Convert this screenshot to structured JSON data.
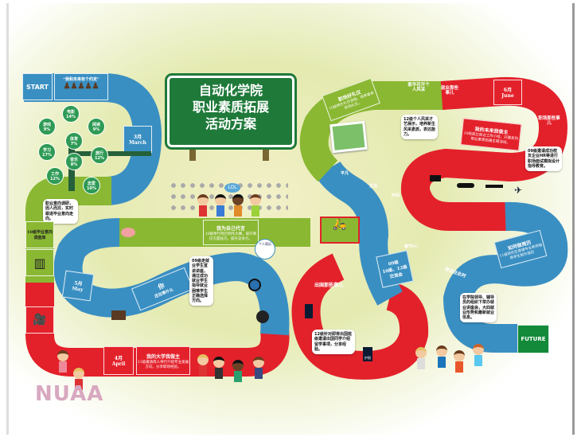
{
  "title": {
    "line1": "自动化学院",
    "line2": "职业素质拓展",
    "line3": "活动方案"
  },
  "start_label": "START",
  "future_label": "FUTURE",
  "colors": {
    "blue": "#3a8fc2",
    "green": "#8ab833",
    "red": "#e3212b",
    "sign_green": "#1f7a3a"
  },
  "tiles": {
    "promise": "“我和未来有个约定”",
    "march": {
      "cn": "3月",
      "en": "March"
    },
    "may": {
      "cn": "5月",
      "en": "May"
    },
    "april": {
      "cn": "4月",
      "en": "April"
    },
    "june": {
      "cn": "6月",
      "en": "June"
    },
    "survey": "10级毕业意向调查库",
    "spokesman": {
      "title": "我为自己代言",
      "desc": "10级举行简历制作大赛，提升简历方面技巧，提升竞争力。"
    },
    "you": {
      "title": "你",
      "desc": "还在等什么"
    },
    "my_univ": {
      "title": "我的大学我做主",
      "desc": "11级邀请周人举行介绍专业发展方向，分享职场经验。"
    },
    "abroad": "出国那些事儿",
    "exchange": {
      "line1": "09级",
      "line2": "10级、12级",
      "line3": "交流会"
    },
    "workplace_etiquette": {
      "title": "职场好礼仪",
      "desc": "10级举办礼仪讲座，培养基本职场礼仪。"
    },
    "charm": "紫华花开个人风采",
    "employment": "就业那些事儿",
    "workplace": "职场那些事儿",
    "my_future": {
      "title": "我的未来我做主",
      "desc": "10级成立就业工作小组，开展系列职业素质拓展主题活动。"
    },
    "resume": {
      "title": "如何做简历",
      "desc": "11级研究生邀请专业老师指导学生制作简历"
    },
    "job_now": "就业在此时",
    "hexes": [
      "平凡",
      "生活",
      "时间",
      "春节FC"
    ]
  },
  "tree": [
    {
      "label": "电影",
      "pct": "14%"
    },
    {
      "label": "游戏",
      "pct": "9%"
    },
    {
      "label": "阅读",
      "pct": "9%"
    },
    {
      "label": "体育",
      "pct": "7%"
    },
    {
      "label": "学习",
      "pct": "17%"
    },
    {
      "label": "旅行",
      "pct": "12%"
    },
    {
      "label": "音乐",
      "pct": "8%"
    },
    {
      "label": "工作",
      "pct": "12%"
    },
    {
      "label": "恋爱",
      "pct": "10%"
    }
  ],
  "bubbles": {
    "career": "职业意向调研，因人而异，实时跟进毕业意向走向。",
    "grade09": "09级走就业学生宣讲讲座，通过成功就业学生指导就业困难学生正确选择方向。",
    "grade12_charm": "12级个人风采才艺展示，培养新生风采素质，表达能力。",
    "grade09_job": "09级邀请成功校友企业HR等进行职场面试模拟设计指导教育。",
    "grade12_abroad": "12级针对即将出国班级邀请出国同学介绍留学事项，分享经验。",
    "job_info": "在学院领导、辅导员的组织下举办就业讲座会，大四就业形势和最新就业信息。"
  },
  "social_bubbles": [
    "LOL"
  ],
  "resume_badge": "个人简历",
  "passport": "护照",
  "logo": "NUAA"
}
